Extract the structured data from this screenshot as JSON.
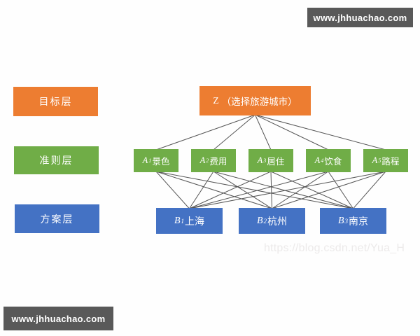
{
  "colors": {
    "goal_box": "#ED7D31",
    "criteria_box": "#70AD47",
    "alternative_box": "#4472C4",
    "edge": "#555555",
    "watermark_bg": "#595959",
    "csdn_text": "#ECEAEA"
  },
  "watermarks": {
    "top_right": "www.jhhuachao.com",
    "bottom_left": "www.jhhuachao.com",
    "csdn": "https://blog.csdn.net/Yua_H"
  },
  "legend": {
    "goal_label": "目标层",
    "criteria_label": "准则层",
    "alternative_label": "方案层"
  },
  "diagram": {
    "goal": {
      "id": "Z",
      "var": "Z",
      "name": "（选择旅游城市）"
    },
    "criteria": [
      {
        "id": "A1",
        "var": "A",
        "sub": "1",
        "name": "景色"
      },
      {
        "id": "A2",
        "var": "A",
        "sub": "2",
        "name": "费用"
      },
      {
        "id": "A3",
        "var": "A",
        "sub": "3",
        "name": "居住"
      },
      {
        "id": "A4",
        "var": "A",
        "sub": "4",
        "name": "饮食"
      },
      {
        "id": "A5",
        "var": "A",
        "sub": "5",
        "name": "路程"
      }
    ],
    "alternatives": [
      {
        "id": "B1",
        "var": "B",
        "sub": "1",
        "name": "上海"
      },
      {
        "id": "B2",
        "var": "B",
        "sub": "2",
        "name": "杭州"
      },
      {
        "id": "B3",
        "var": "B",
        "sub": "3",
        "name": "南京"
      }
    ],
    "edges": [
      {
        "from": "Z",
        "to": "A1"
      },
      {
        "from": "Z",
        "to": "A2"
      },
      {
        "from": "Z",
        "to": "A3"
      },
      {
        "from": "Z",
        "to": "A4"
      },
      {
        "from": "Z",
        "to": "A5"
      },
      {
        "from": "A1",
        "to": "B1"
      },
      {
        "from": "A1",
        "to": "B2"
      },
      {
        "from": "A1",
        "to": "B3"
      },
      {
        "from": "A2",
        "to": "B1"
      },
      {
        "from": "A2",
        "to": "B2"
      },
      {
        "from": "A2",
        "to": "B3"
      },
      {
        "from": "A3",
        "to": "B1"
      },
      {
        "from": "A3",
        "to": "B2"
      },
      {
        "from": "A3",
        "to": "B3"
      },
      {
        "from": "A4",
        "to": "B1"
      },
      {
        "from": "A4",
        "to": "B2"
      },
      {
        "from": "A4",
        "to": "B3"
      },
      {
        "from": "A5",
        "to": "B1"
      },
      {
        "from": "A5",
        "to": "B2"
      },
      {
        "from": "A5",
        "to": "B3"
      }
    ]
  }
}
